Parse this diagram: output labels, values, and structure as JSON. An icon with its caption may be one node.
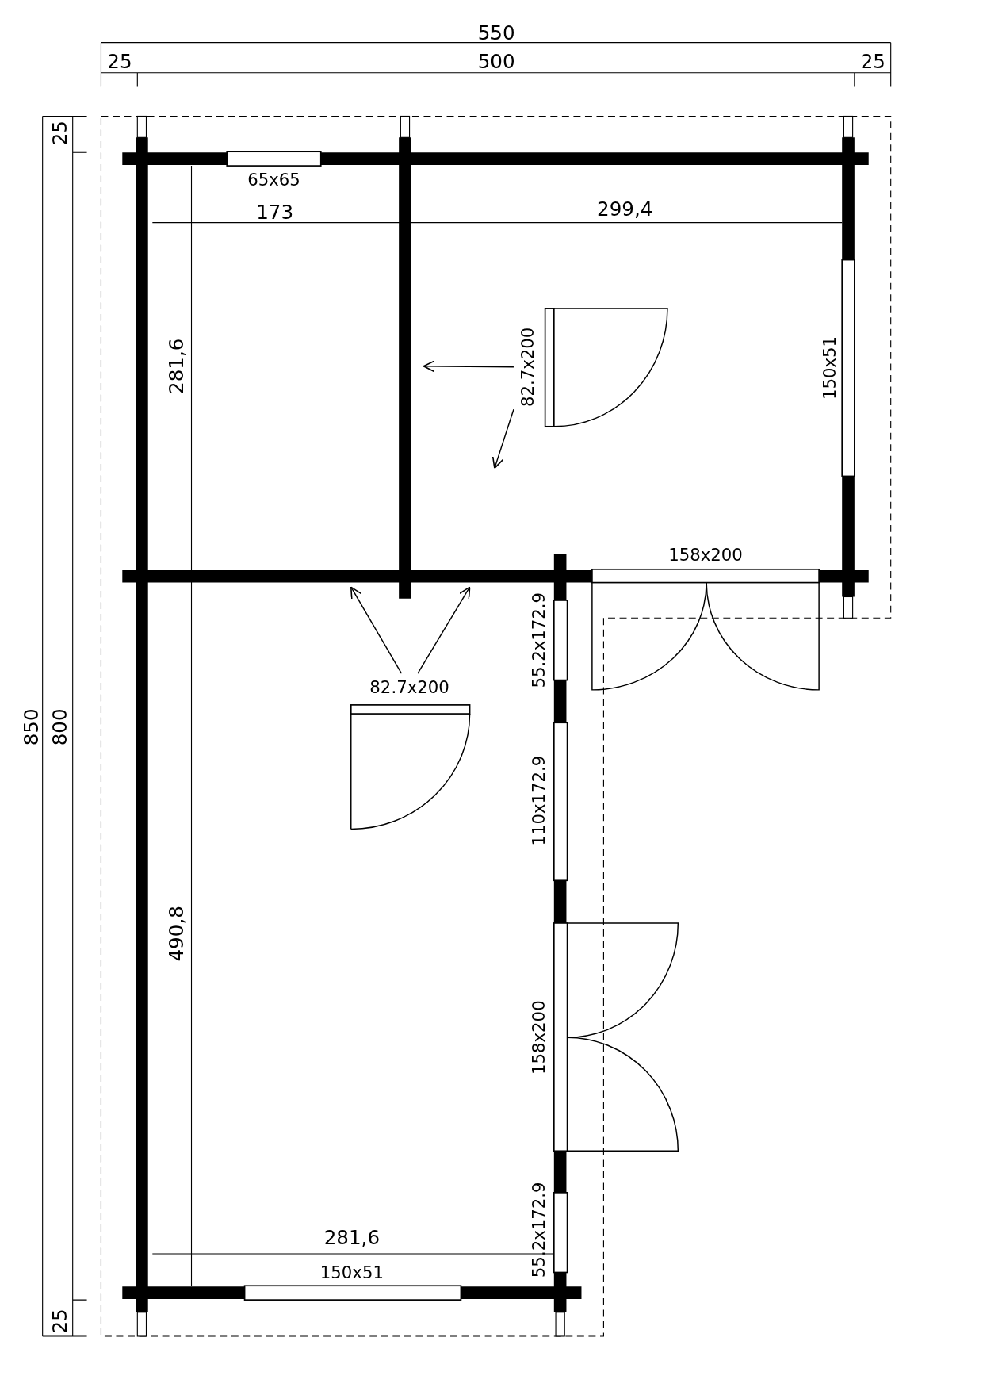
{
  "diagram": {
    "nodes": [
      {
        "text": [
          "82.7x200"
        ]
      },
      {
        "text": [
          "82.7x200"
        ]
      }
    ],
    "edges": [
      {
        "from": 0,
        "to": null,
        "arrow": "to"
      },
      {
        "from": 0,
        "to": null,
        "arrow": "to"
      },
      {
        "from": 1,
        "to": null,
        "arrow": "to"
      },
      {
        "from": 1,
        "to": null,
        "arrow": "to"
      }
    ],
    "labels": [
      "550",
      "25",
      "500",
      "25",
      "25",
      "65x65",
      "173",
      "299,4",
      "281,6",
      "150x51",
      "158x200",
      "55.2x172.9",
      "850",
      "800",
      "110x172.9",
      "490,8",
      "158x200",
      "281,6",
      "150x51",
      "55.2x172.9",
      "25"
    ]
  }
}
